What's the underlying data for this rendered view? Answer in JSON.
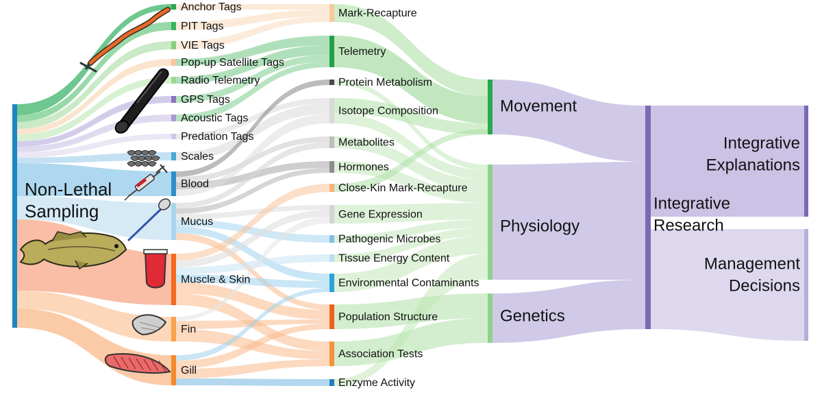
{
  "diagram": {
    "root": {
      "lines": [
        "Non-Lethal",
        "Sampling"
      ],
      "color": "#1b86bf"
    },
    "sources": [
      {
        "id": "anchor",
        "label": "Anchor Tags",
        "color": "#2aa84a"
      },
      {
        "id": "pit",
        "label": "PIT Tags",
        "color": "#39b55a"
      },
      {
        "id": "vie",
        "label": "VIE Tags",
        "color": "#88d07a"
      },
      {
        "id": "popup",
        "label": "Pop-up Satellite Tags",
        "color": "#f7c79f"
      },
      {
        "id": "radio",
        "label": "Radio Telemetry",
        "color": "#9cd88a"
      },
      {
        "id": "gps",
        "label": "GPS Tags",
        "color": "#8a74bd"
      },
      {
        "id": "acoustic",
        "label": "Acoustic Tags",
        "color": "#a99bd0"
      },
      {
        "id": "predation",
        "label": "Predation Tags",
        "color": "#cfc6e6"
      },
      {
        "id": "scales",
        "label": "Scales",
        "color": "#4aa8d6"
      },
      {
        "id": "blood",
        "label": "Blood",
        "color": "#2e8ec9"
      },
      {
        "id": "mucus",
        "label": "Mucus",
        "color": "#a9d4ee"
      },
      {
        "id": "muscle",
        "label": "Muscle & Skin",
        "color": "#f46a1e"
      },
      {
        "id": "fin",
        "label": "Fin",
        "color": "#f8a24c"
      },
      {
        "id": "gill",
        "label": "Gill",
        "color": "#f58a2c"
      }
    ],
    "methods": [
      {
        "id": "mark",
        "label": "Mark-Recapture",
        "color": "#f9c99c"
      },
      {
        "id": "telemetry",
        "label": "Telemetry",
        "color": "#22a049"
      },
      {
        "id": "protein",
        "label": "Protein Metabolism",
        "color": "#4a4a4a"
      },
      {
        "id": "isotope",
        "label": "Isotope Composition",
        "color": "#d9d9d9"
      },
      {
        "id": "metabolites",
        "label": "Metabolites",
        "color": "#bdbdbd"
      },
      {
        "id": "hormones",
        "label": "Hormones",
        "color": "#8c8c8c"
      },
      {
        "id": "closekin",
        "label": "Close-Kin Mark-Recapture",
        "color": "#f7b27a"
      },
      {
        "id": "gene",
        "label": "Gene Expression",
        "color": "#d4d4d4"
      },
      {
        "id": "pathogen",
        "label": "Pathogenic Microbes",
        "color": "#7fc0e3"
      },
      {
        "id": "tissue",
        "label": "Tissue Energy Content",
        "color": "#b9def1"
      },
      {
        "id": "envcont",
        "label": "Environmental Contaminants",
        "color": "#2aa2db"
      },
      {
        "id": "popstruct",
        "label": "Population Structure",
        "color": "#f4601a"
      },
      {
        "id": "assoc",
        "label": "Association Tests",
        "color": "#f7923a"
      },
      {
        "id": "enzyme",
        "label": "Enzyme Activity",
        "color": "#1c7fc0"
      }
    ],
    "fields": [
      {
        "id": "movement",
        "label": "Movement",
        "color": "#2aa84a"
      },
      {
        "id": "physiology",
        "label": "Physiology",
        "color": "#8fd38b"
      },
      {
        "id": "genetics",
        "label": "Genetics",
        "color": "#8fd38b"
      }
    ],
    "research": {
      "lines": [
        "Integrative",
        "Research"
      ],
      "color": "#7a69b3"
    },
    "outcomes": [
      {
        "id": "explanations",
        "lines": [
          "Integrative",
          "Explanations"
        ],
        "color": "#7a69b3"
      },
      {
        "id": "decisions",
        "lines": [
          "Management",
          "Decisions"
        ],
        "color": "#b8aed8"
      }
    ],
    "illustrations": [
      {
        "name": "tag-icon"
      },
      {
        "name": "satellite-tag-icon"
      },
      {
        "name": "scales-icon"
      },
      {
        "name": "syringe-icon"
      },
      {
        "name": "spoon-icon"
      },
      {
        "name": "fish-icon"
      },
      {
        "name": "muscle-sample-icon"
      },
      {
        "name": "fin-clip-icon"
      },
      {
        "name": "gill-icon"
      }
    ]
  }
}
